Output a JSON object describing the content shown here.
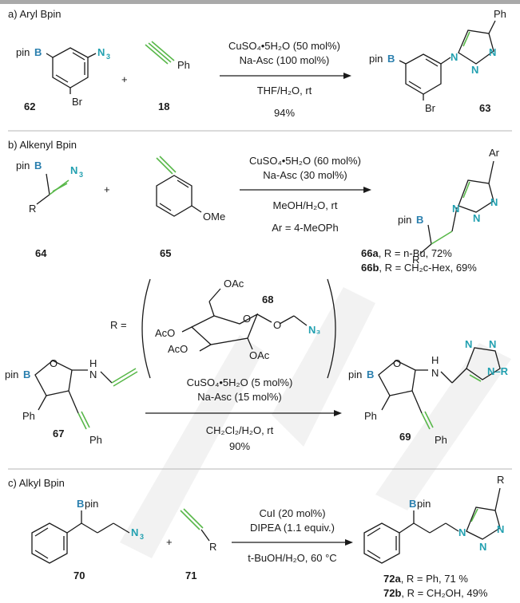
{
  "sections": {
    "a": {
      "title": "a) Aryl Bpin",
      "reagent_line1": "CuSO₄•5H₂O (50 mol%)",
      "reagent_line2": "Na-Asc (100 mol%)",
      "solvent": "THF/H₂O, rt",
      "yield": "94%",
      "labels": {
        "start": "62",
        "alkyne": "18",
        "product": "63"
      },
      "atoms": {
        "pin": "pin",
        "B": "B",
        "N3": "N",
        "N3sub": "3",
        "Br": "Br",
        "Ph": "Ph",
        "N": "N",
        "plus": "+"
      }
    },
    "b": {
      "title": "b) Alkenyl Bpin",
      "reagent_line1": "CuSO₄•5H₂O (60 mol%)",
      "reagent_line2": "Na-Asc (30 mol%)",
      "solvent": "MeOH/H₂O, rt",
      "ar_def": "Ar = 4-MeOPh",
      "labels": {
        "start": "64",
        "alkyne": "65",
        "p66a": "66a",
        "p66b": "66b"
      },
      "p66a_text": ", R = n-Bu, 72%",
      "p66b_text": ", R = CH₂c-Hex, 69%",
      "atoms": {
        "OMe": "OMe",
        "R": "R",
        "Ar": "Ar"
      },
      "sugar": {
        "r_eq": "R =",
        "label": "68",
        "oac": "OAc",
        "aco": "AcO",
        "o": "O",
        "n3": "N₃"
      },
      "reagent2_line1": "CuSO₄•5H₂O (5 mol%)",
      "reagent2_line2": "Na-Asc (15 mol%)",
      "solvent2": "CH₂Cl₂/H₂O, rt",
      "yield2": "90%",
      "labels2": {
        "start": "67",
        "product": "69"
      },
      "atoms2": {
        "H": "H",
        "NR": "N–R"
      }
    },
    "c": {
      "title": "c) Alkyl Bpin",
      "reagent_line1": "CuI (20 mol%)",
      "reagent_line2": "DIPEA (1.1 equiv.)",
      "solvent": "t-BuOH/H₂O, 60 °C",
      "labels": {
        "start": "70",
        "alkyne": "71",
        "p72a": "72a",
        "p72b": "72b"
      },
      "p72a_text": ", R = Ph, 71 %",
      "p72b_text": ", R = CH₂OH, 49%",
      "atoms": {
        "Bpin": "Bpin",
        "pinB": "pin"
      }
    }
  },
  "colors": {
    "boron": "#2a7fae",
    "azide": "#22a0b0",
    "triazole_bond": "#59b84a"
  }
}
